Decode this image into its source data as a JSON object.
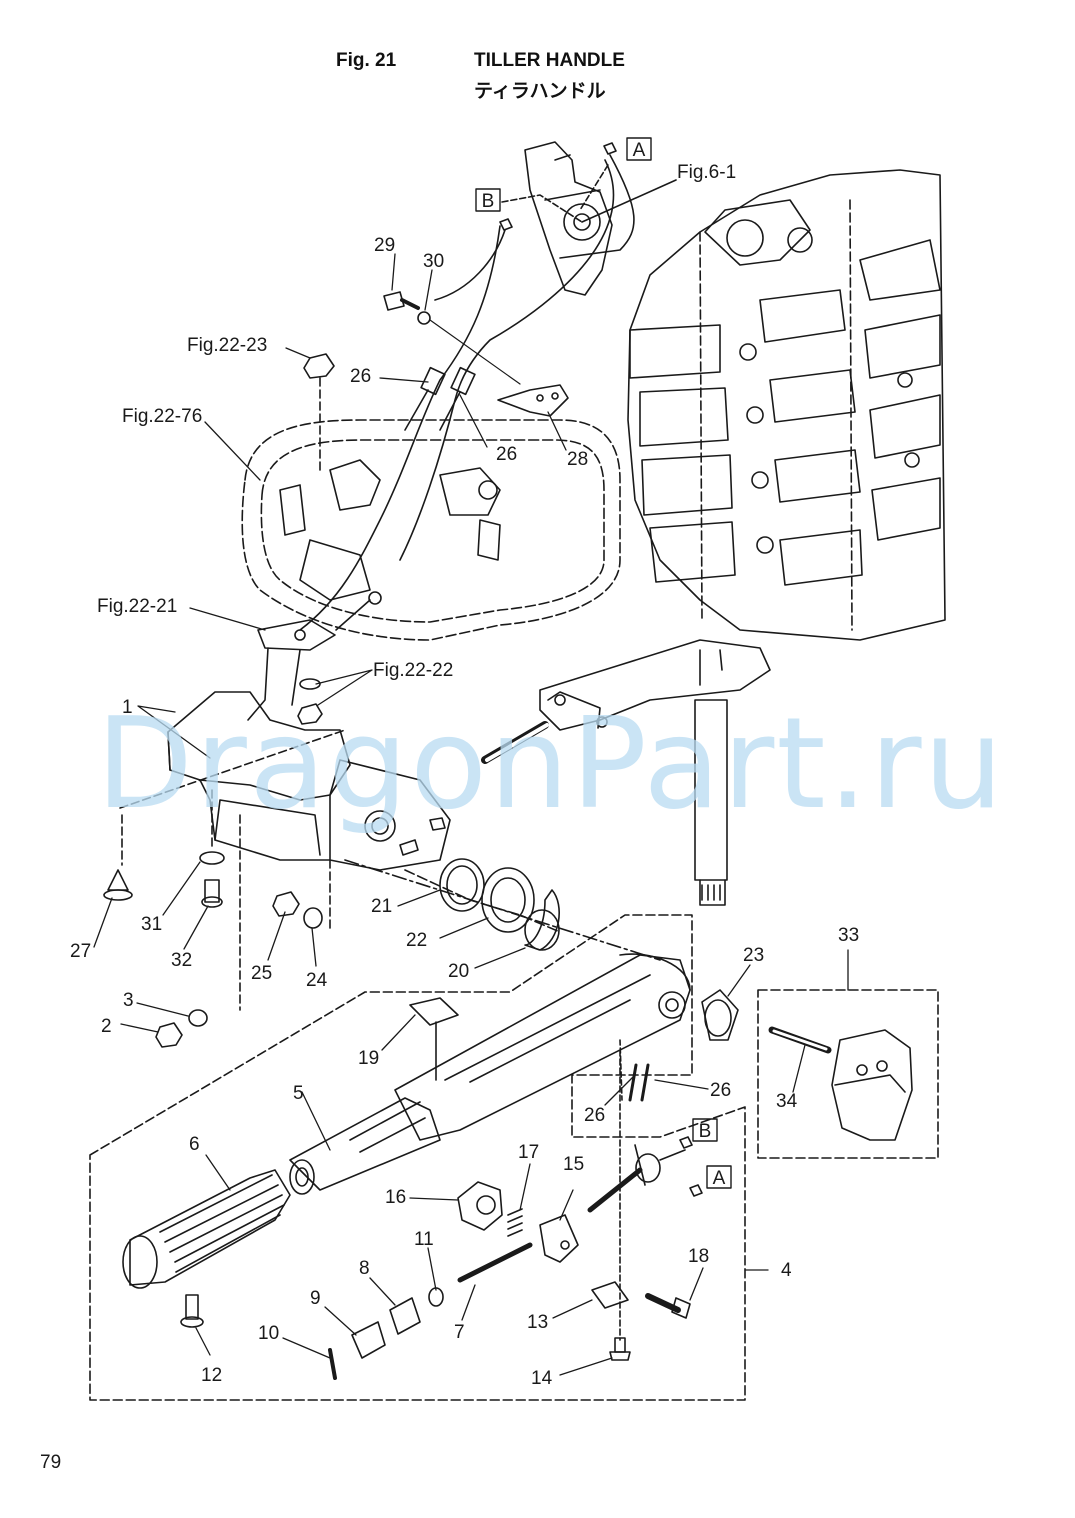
{
  "header": {
    "figure_number": "Fig. 21",
    "title": "TILLER HANDLE",
    "title_japanese": "ティラハンドル"
  },
  "page_number": "79",
  "watermark": "DragonPart.ru",
  "callouts": {
    "fig6_1": "Fig.6-1",
    "fig22_23": "Fig.22-23",
    "fig22_76": "Fig.22-76",
    "fig22_21": "Fig.22-21",
    "fig22_22": "Fig.22-22",
    "box_a": "A",
    "box_b": "B",
    "p1": "1",
    "p2": "2",
    "p3": "3",
    "p4": "4",
    "p5": "5",
    "p6": "6",
    "p7": "7",
    "p8": "8",
    "p9": "9",
    "p10": "10",
    "p11": "11",
    "p12": "12",
    "p13": "13",
    "p14": "14",
    "p15": "15",
    "p16": "16",
    "p17": "17",
    "p18": "18",
    "p19": "19",
    "p20": "20",
    "p21": "21",
    "p22": "22",
    "p23": "23",
    "p24": "24",
    "p25": "25",
    "p26": "26",
    "p27": "27",
    "p28": "28",
    "p29": "29",
    "p30": "30",
    "p31": "31",
    "p32": "32",
    "p33": "33",
    "p34": "34"
  },
  "colors": {
    "line": "#1a1a1a",
    "watermark": "#b9dcf2"
  }
}
